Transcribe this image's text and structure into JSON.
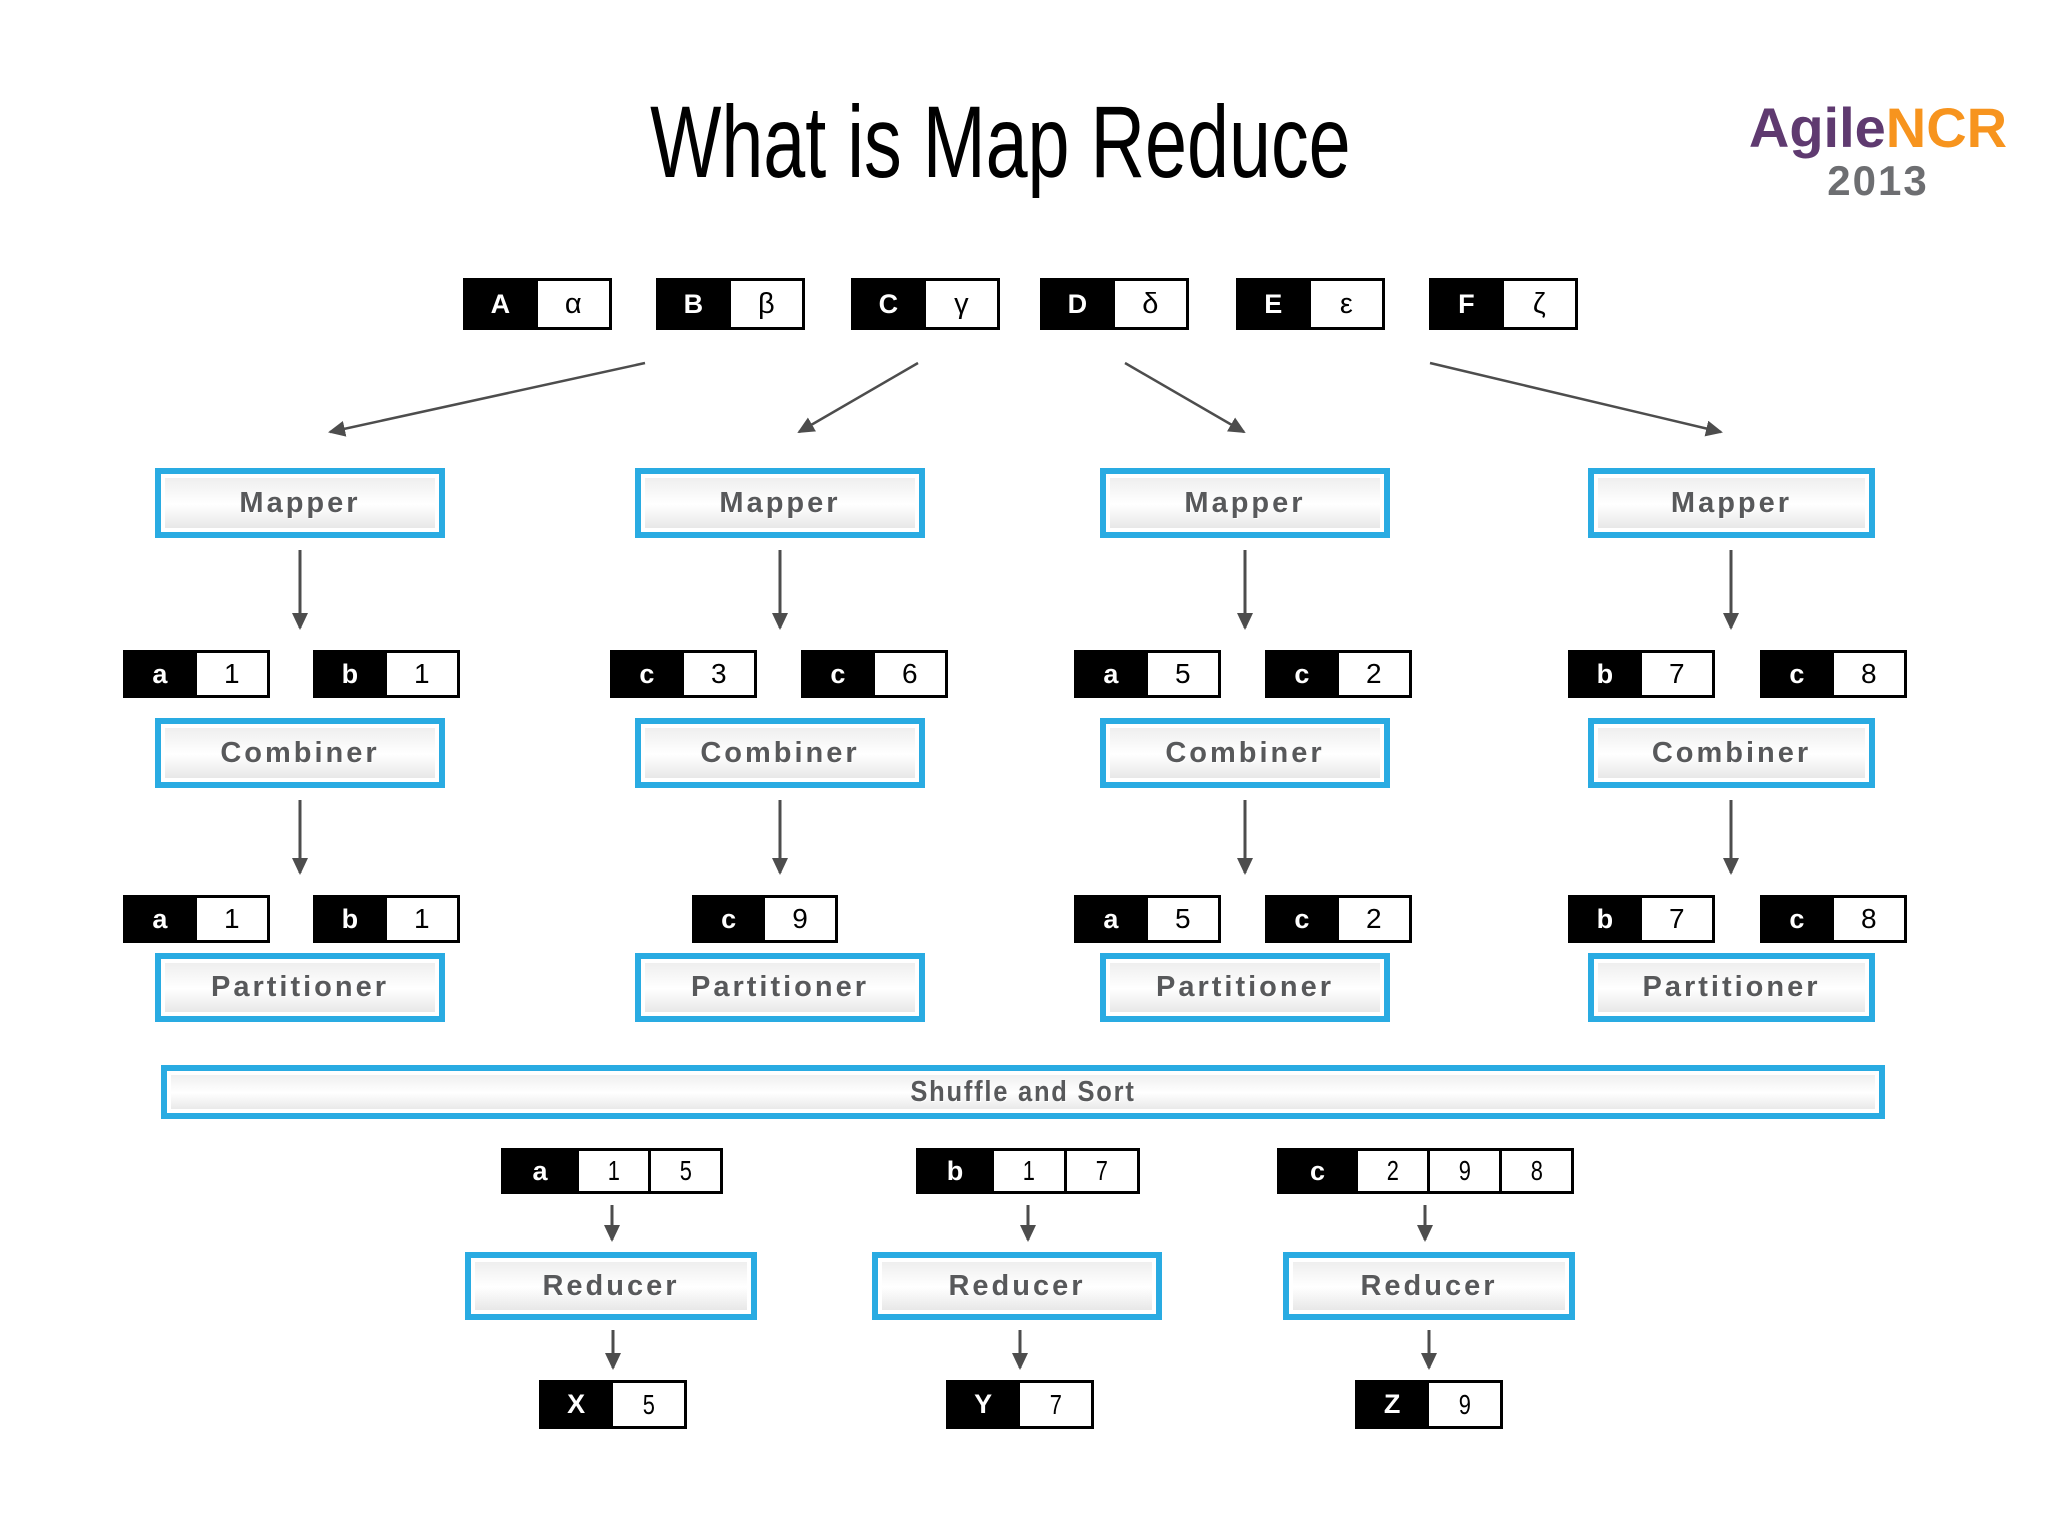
{
  "slide": {
    "title": "What is Map Reduce"
  },
  "logo": {
    "brand_agile": "Agile",
    "brand_ncr": "NCR",
    "year": "2013"
  },
  "inputs": [
    {
      "key": "A",
      "value": "α"
    },
    {
      "key": "B",
      "value": "β"
    },
    {
      "key": "C",
      "value": "γ"
    },
    {
      "key": "D",
      "value": "δ"
    },
    {
      "key": "E",
      "value": "ε"
    },
    {
      "key": "F",
      "value": "ζ"
    }
  ],
  "columns": [
    {
      "mapper": "Mapper",
      "combiner": "Combiner",
      "partitioner": "Partitioner",
      "map_out": [
        {
          "key": "a",
          "value": "1"
        },
        {
          "key": "b",
          "value": "1"
        }
      ],
      "combine_out": [
        {
          "key": "a",
          "value": "1"
        },
        {
          "key": "b",
          "value": "1"
        }
      ]
    },
    {
      "mapper": "Mapper",
      "combiner": "Combiner",
      "partitioner": "Partitioner",
      "map_out": [
        {
          "key": "c",
          "value": "3"
        },
        {
          "key": "c",
          "value": "6"
        }
      ],
      "combine_out": [
        {
          "key": "c",
          "value": "9"
        }
      ]
    },
    {
      "mapper": "Mapper",
      "combiner": "Combiner",
      "partitioner": "Partitioner",
      "map_out": [
        {
          "key": "a",
          "value": "5"
        },
        {
          "key": "c",
          "value": "2"
        }
      ],
      "combine_out": [
        {
          "key": "a",
          "value": "5"
        },
        {
          "key": "c",
          "value": "2"
        }
      ]
    },
    {
      "mapper": "Mapper",
      "combiner": "Combiner",
      "partitioner": "Partitioner",
      "map_out": [
        {
          "key": "b",
          "value": "7"
        },
        {
          "key": "c",
          "value": "8"
        }
      ],
      "combine_out": [
        {
          "key": "b",
          "value": "7"
        },
        {
          "key": "c",
          "value": "8"
        }
      ]
    }
  ],
  "shuffle": {
    "label": "Shuffle and Sort"
  },
  "reduce": [
    {
      "label": "Reducer",
      "group": {
        "key": "a",
        "values": [
          "1",
          "5"
        ]
      },
      "output": {
        "key": "X",
        "value": "5"
      }
    },
    {
      "label": "Reducer",
      "group": {
        "key": "b",
        "values": [
          "1",
          "7"
        ]
      },
      "output": {
        "key": "Y",
        "value": "7"
      }
    },
    {
      "label": "Reducer",
      "group": {
        "key": "c",
        "values": [
          "2",
          "9",
          "8"
        ]
      },
      "output": {
        "key": "Z",
        "value": "9"
      }
    }
  ],
  "colors": {
    "accent": "#29abe2",
    "box_text": "#58595b",
    "arrow": "#4d4d4d",
    "logo_purple": "#5f3a70",
    "logo_orange": "#f7941e",
    "logo_gray": "#6d6e71"
  }
}
